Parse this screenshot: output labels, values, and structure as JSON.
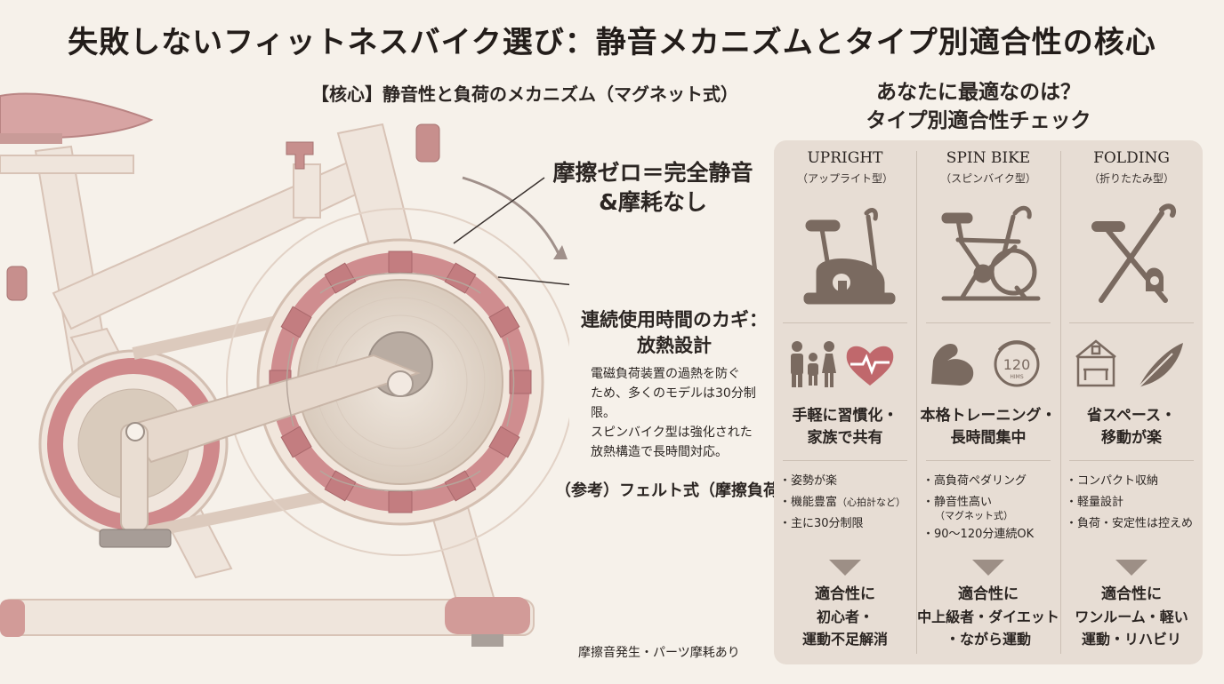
{
  "title": "失敗しないフィットネスバイク選び：静音メカニズムとタイプ別適合性の核心",
  "mechanism": {
    "heading": "【核心】静音性と負荷のメカニズム（マグネット式）",
    "callout": [
      "摩擦ゼロ＝完全静音",
      "&摩耗なし"
    ],
    "heat_title": [
      "連続使用時間のカギ：",
      "放熱設計"
    ],
    "heat_body": [
      "電磁負荷装置の過熱を防ぐ",
      "ため、多くのモデルは30分制限。",
      "スピンバイク型は強化された",
      "放熱構造で長時間対応。"
    ],
    "felt_title": "（参考）フェルト式（摩擦負荷）",
    "felt_caption": "摩擦音発生・パーツ摩耗あり",
    "bpm_label": "120",
    "bpm_unit": "HIMS"
  },
  "comparison": {
    "heading": [
      "あなたに最適なのは？",
      "タイプ別適合性チェック"
    ],
    "fit_label": "適合性に",
    "types": [
      {
        "name": "UPRIGHT",
        "sub": "（アップライト型）",
        "feature": [
          "手軽に習慣化・",
          "家族で共有"
        ],
        "bullets": [
          "・姿勢が楽",
          "・機能豊富",
          "・主に30分制限"
        ],
        "bullet_note": "（心拍計など）",
        "fit": [
          "初心者・",
          "運動不足解消"
        ]
      },
      {
        "name": "SPIN BIKE",
        "sub": "（スピンバイク型）",
        "feature": [
          "本格トレーニング・",
          "長時間集中"
        ],
        "bullets": [
          "・高負荷ペダリング",
          "・静音性高い",
          "・90〜120分連続OK"
        ],
        "bullet_note": "（マグネット式）",
        "fit": [
          "中上級者・ダイエット",
          "・ながら運動"
        ]
      },
      {
        "name": "FOLDING",
        "sub": "（折りたたみ型）",
        "feature": [
          "省スペース・",
          "移動が楽"
        ],
        "bullets": [
          "・コンパクト収納",
          "・軽量設計",
          "・負荷・安定性は控えめ"
        ],
        "bullet_note": "",
        "fit": [
          "ワンルーム・軽い",
          "運動・リハビリ"
        ]
      }
    ]
  },
  "colors": {
    "background": "#f6f1ea",
    "panel": "#e7ddd4",
    "accent_pink": "#c98c8e",
    "icon_brown": "#7a6a60",
    "heart_red": "#c0686c"
  }
}
